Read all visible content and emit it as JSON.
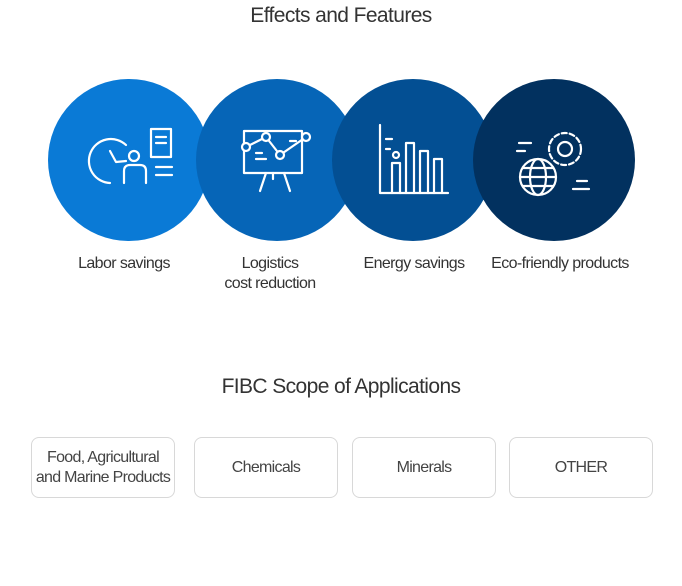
{
  "effects": {
    "title": "Effects and Features",
    "items": [
      {
        "label": "Labor savings",
        "icon": "labor-clock-icon",
        "color": "#0a7ad6"
      },
      {
        "label_line1": "Logistics",
        "label_line2": "cost reduction",
        "icon": "presentation-chart-icon",
        "color": "#0665b7"
      },
      {
        "label": "Energy savings",
        "icon": "bar-chart-icon",
        "color": "#034f93"
      },
      {
        "label": "Eco-friendly products",
        "icon": "globe-gear-icon",
        "color": "#02315f"
      }
    ]
  },
  "applications": {
    "title": "FIBC Scope of Applications",
    "items": [
      {
        "line1": "Food, Agricultural",
        "line2": "and Marine Products"
      },
      {
        "label": "Chemicals"
      },
      {
        "label": "Minerals"
      },
      {
        "label": "OTHER"
      }
    ]
  }
}
